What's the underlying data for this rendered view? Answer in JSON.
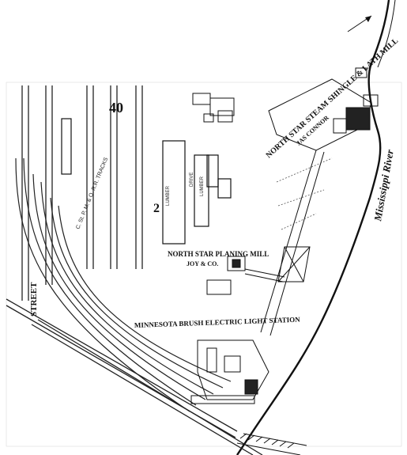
{
  "map": {
    "sheet_number": "40",
    "block_number": "2",
    "street_label": "STREET",
    "river_label": "Mississippi River",
    "mill_name": "NORTH STAR STEAM SHINGLE & LATH MILL",
    "mill_owner": "JAS CONNOR",
    "planing_mill_name": "NORTH STAR PLANING MILL",
    "planing_mill_owner": "JOY & CO.",
    "electric_station_name": "MINNESOTA BRUSH ELECTRIC LIGHT STATION",
    "railroad_label": "C. St. P. M. & O. R.R. TRACKS",
    "lumber_label": "LUMBER",
    "drive_label": "DRIVE",
    "colors": {
      "ink": "#111111",
      "paper": "#ffffff"
    },
    "icons": {
      "north_arrow": "north-arrow-icon"
    }
  }
}
